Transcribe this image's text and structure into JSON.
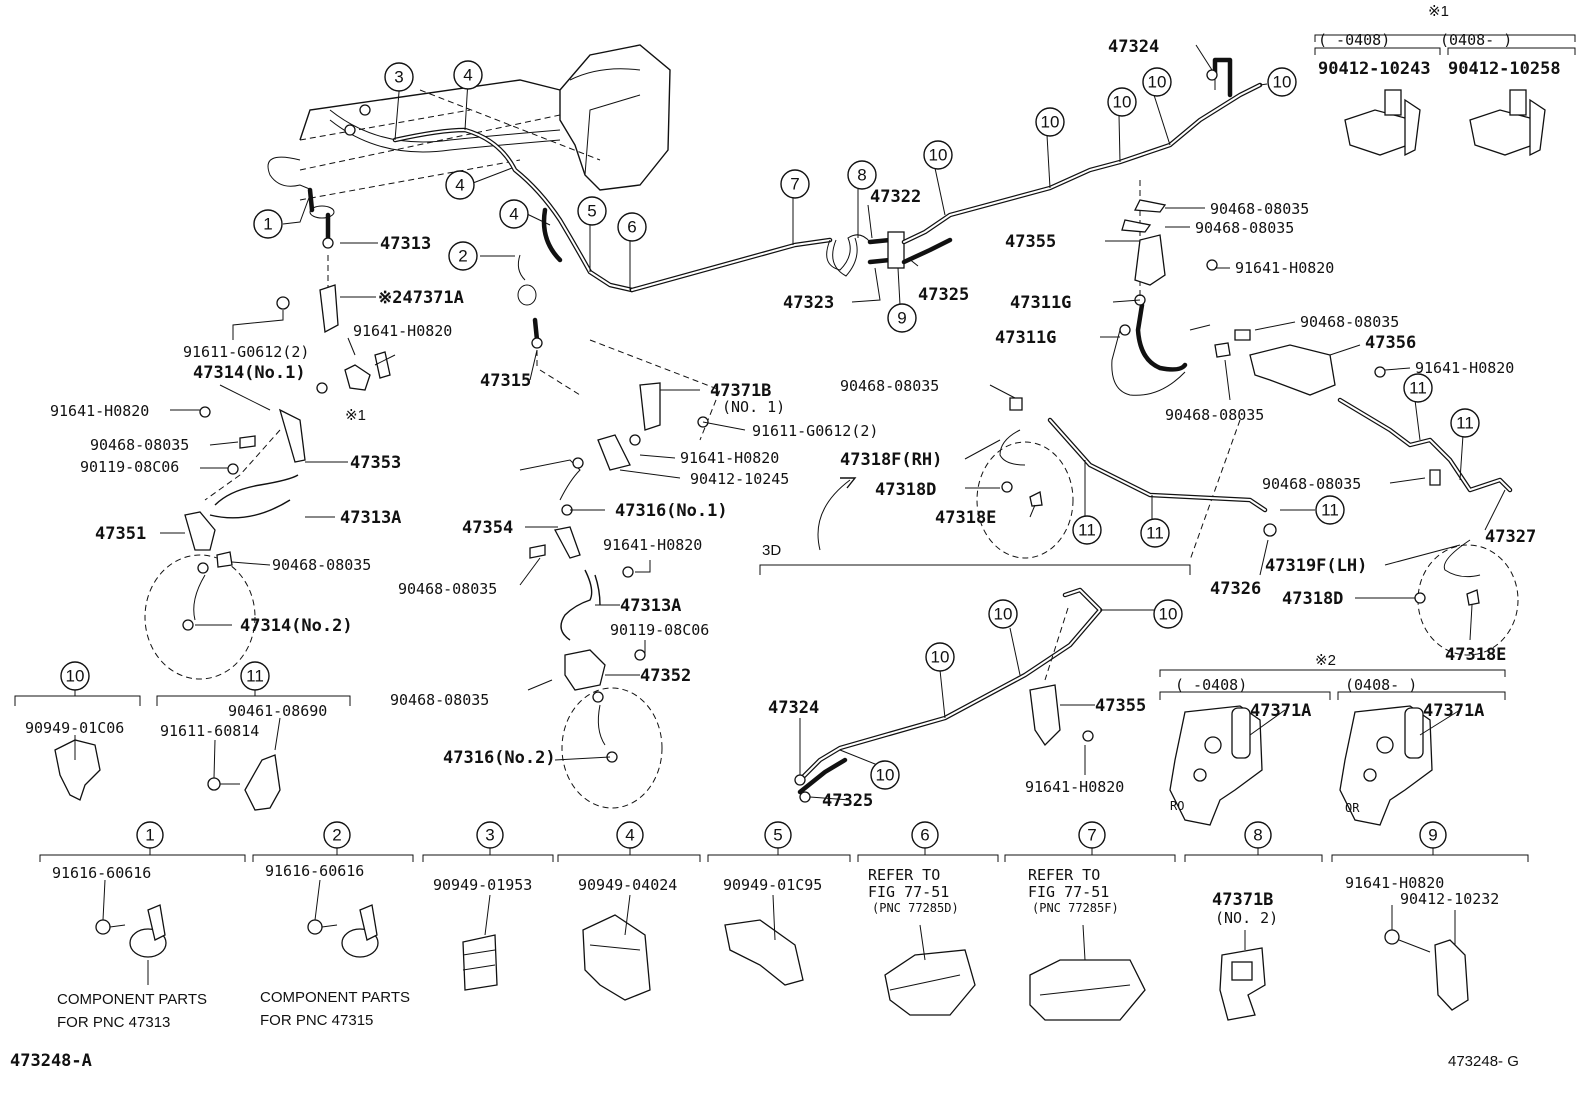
{
  "callouts": {
    "c1": "1",
    "c2": "2",
    "c3": "3",
    "c4": "4",
    "c5": "5",
    "c6": "6",
    "c7": "7",
    "c8": "8",
    "c9": "9",
    "c10": "10",
    "c11": "11"
  },
  "labels": {
    "p47313": "47313",
    "p47371A_2": "※247371A",
    "p91641_1": "91641-H0820",
    "p91611_1": "91611-G0612(2)",
    "p47314no1": "47314(No.1)",
    "mark1_small": "※1",
    "p91641_2": "91641-H0820",
    "p90468_1": "90468-08035",
    "p90119_1": "90119-08C06",
    "p47353": "47353",
    "p47351": "47351",
    "p47313A_1": "47313A",
    "p90468_2": "90468-08035",
    "p47314no2": "47314(No.2)",
    "p47315": "47315",
    "p47371B_1": "47371B",
    "p47371B_1sub": "(NO. 1)",
    "p91611_2": "91611-G0612(2)",
    "p91641_3": "91641-H0820",
    "p90412_10245": "90412-10245",
    "p47316no1": "47316(No.1)",
    "p47354": "47354",
    "p91641_4": "91641-H0820",
    "p90468_3": "90468-08035",
    "p47313A_2": "47313A",
    "p90119_2": "90119-08C06",
    "p47352": "47352",
    "p90468_4": "90468-08035",
    "p47316no2": "47316(No.2)",
    "p47322": "47322",
    "p47323": "47323",
    "p47325_1": "47325",
    "p47324_1": "47324",
    "p90468_5": "90468-08035",
    "p90468_6": "90468-08035",
    "p47355_1": "47355",
    "p91641_5": "91641-H0820",
    "p47311G_1": "47311G",
    "p47311G_2": "47311G",
    "p90468_7": "90468-08035",
    "p47356": "47356",
    "p91641_6": "91641-H0820",
    "p90468_8": "90468-08035",
    "p90468_9": "90468-08035",
    "p47318F_RH": "47318F(RH)",
    "p47318D_1": "47318D",
    "p47318E_1": "47318E",
    "p90468_10": "90468-08035",
    "p47327": "47327",
    "p47319F_LH": "47319F(LH)",
    "p47326": "47326",
    "p47318D_2": "47318D",
    "p47318E_2": "47318E",
    "mark1_top": "※1",
    "range_a": "(   -0408)",
    "range_b": "(0408-     )",
    "p90412_10243": "90412-10243",
    "p90412_10258": "90412-10258",
    "detail_3d": "3D",
    "p47324_2": "47324",
    "p47325_2": "47325",
    "p47355_2": "47355",
    "p91641_7": "91641-H0820",
    "mark2": "※2",
    "range_c": "(   -0408)",
    "range_d": "(0408-     )",
    "p47371A_a": "47371A",
    "p47371A_b": "47371A",
    "p90949_01C06": "90949-01C06",
    "p90461_08690": "90461-08690",
    "p91611_60814": "91611-60814",
    "p91616_a": "91616-60616",
    "p91616_b": "91616-60616",
    "comp_a1": "COMPONENT PARTS",
    "comp_a2": "FOR PNC 47313",
    "comp_b1": "COMPONENT PARTS",
    "comp_b2": "FOR PNC 47315",
    "p90949_01953": "90949-01953",
    "p90949_04024": "90949-04024",
    "p90949_01C95": "90949-01C95",
    "ref6_1": "REFER TO",
    "ref6_2": "FIG 77-51",
    "ref6_3": "(PNC 77285D)",
    "ref7_1": "REFER TO",
    "ref7_2": "FIG 77-51",
    "ref7_3": "(PNC 77285F)",
    "p47371B_2": "47371B",
    "p47371B_2sub": "(NO. 2)",
    "p91641_8": "91641-H0820",
    "p90412_10232": "90412-10232",
    "fig_id": "473248-A",
    "fig_code": "473248- G"
  },
  "component_labels": {
    "RO": "RO",
    "OR": "OR"
  }
}
